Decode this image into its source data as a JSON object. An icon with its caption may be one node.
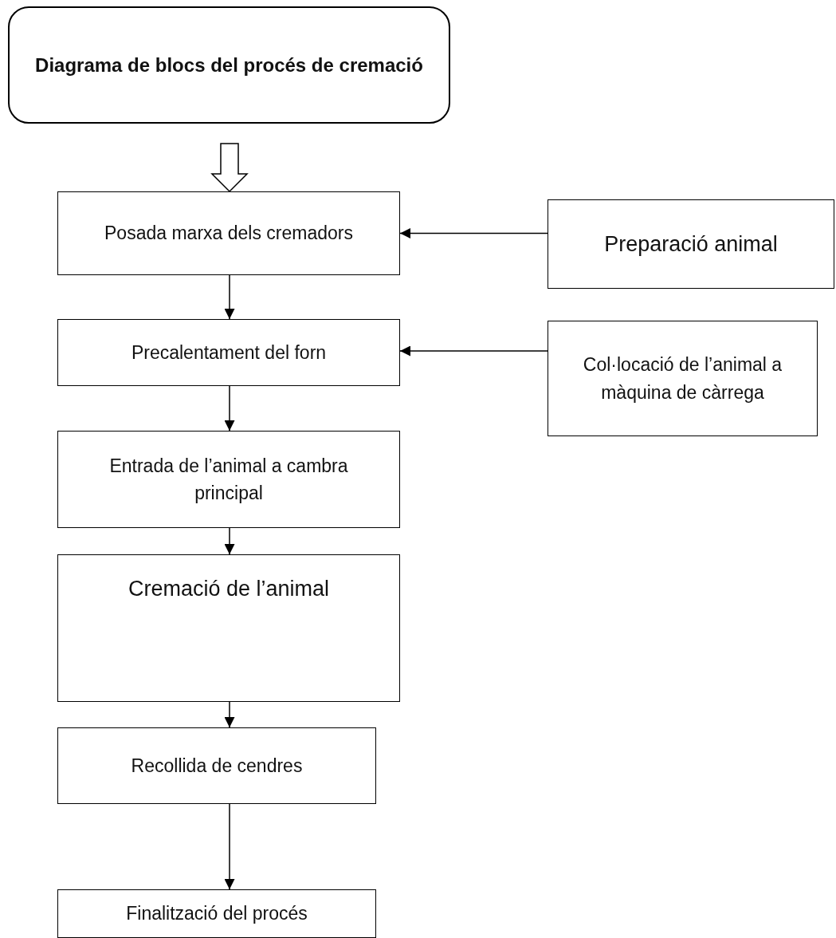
{
  "diagram": {
    "nodes": [
      {
        "text": [
          "Diagrama de blocs  del procés de cremació"
        ]
      },
      {
        "text": [
          "Posada marxa dels cremadors"
        ]
      },
      {
        "text": [
          "Preparació animal"
        ]
      },
      {
        "text": [
          "Precalentament del forn"
        ]
      },
      {
        "text": [
          "Col·locació de l’animal a màquina de càrrega"
        ]
      },
      {
        "text": [
          "Entrada de l’animal a cambra principal"
        ]
      },
      {
        "text": [
          "Cremació de l’animal"
        ]
      },
      {
        "text": [
          "Recollida de cendres"
        ]
      },
      {
        "text": [
          "Finalització del procés"
        ]
      }
    ],
    "edges": [
      {
        "from": 0,
        "to": 1,
        "arrow": "to",
        "style": "thick"
      },
      {
        "from": 2,
        "to": 1,
        "arrow": "to"
      },
      {
        "from": 1,
        "to": 3,
        "arrow": "to"
      },
      {
        "from": 4,
        "to": 3,
        "arrow": "to"
      },
      {
        "from": 3,
        "to": 5,
        "arrow": "to"
      },
      {
        "from": 5,
        "to": 6,
        "arrow": "to"
      },
      {
        "from": 6,
        "to": 7,
        "arrow": "to"
      },
      {
        "from": 7,
        "to": 8,
        "arrow": "to"
      }
    ]
  }
}
